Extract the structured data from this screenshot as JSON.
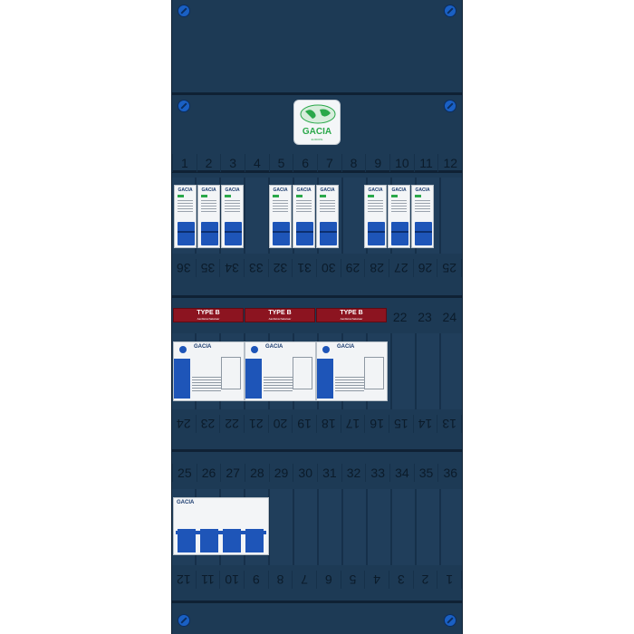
{
  "logo": {
    "brand": "GACIA",
    "tagline": "EUROPE"
  },
  "rail1_numbers_top": [
    "1",
    "2",
    "3",
    "4",
    "5",
    "6",
    "7",
    "8",
    "9",
    "10",
    "11",
    "12"
  ],
  "rail1_numbers_bottom": [
    "36",
    "35",
    "34",
    "33",
    "32",
    "31",
    "30",
    "29",
    "28",
    "27",
    "26",
    "25"
  ],
  "rail2_numbers_top": [
    "22",
    "23",
    "24"
  ],
  "rail2_numbers_bottom": [
    "24",
    "23",
    "22",
    "21",
    "20",
    "19",
    "18",
    "17",
    "16",
    "15",
    "14",
    "13"
  ],
  "rail3_numbers_top": [
    "25",
    "26",
    "27",
    "28",
    "29",
    "30",
    "31",
    "32",
    "33",
    "34",
    "35",
    "36"
  ],
  "rail3_numbers_bottom": [
    "12",
    "11",
    "10",
    "9",
    "8",
    "7",
    "6",
    "5",
    "4",
    "3",
    "2",
    "1"
  ],
  "mcb": {
    "brand": "GACIA"
  },
  "type_b_labels": [
    {
      "title": "TYPE B",
      "sub": "Aardlekschakelaar"
    },
    {
      "title": "TYPE B",
      "sub": "Aardlekschakelaar"
    },
    {
      "title": "TYPE B",
      "sub": "Aardlekschakelaar"
    }
  ],
  "rcd": {
    "brand": "GACIA"
  },
  "main_switch": {
    "brand": "GACIA"
  },
  "colors": {
    "panel": "#1d3a55",
    "breaker_blue": "#1e55b8",
    "label_red": "#8c1420",
    "logo_green": "#2aa84a"
  }
}
